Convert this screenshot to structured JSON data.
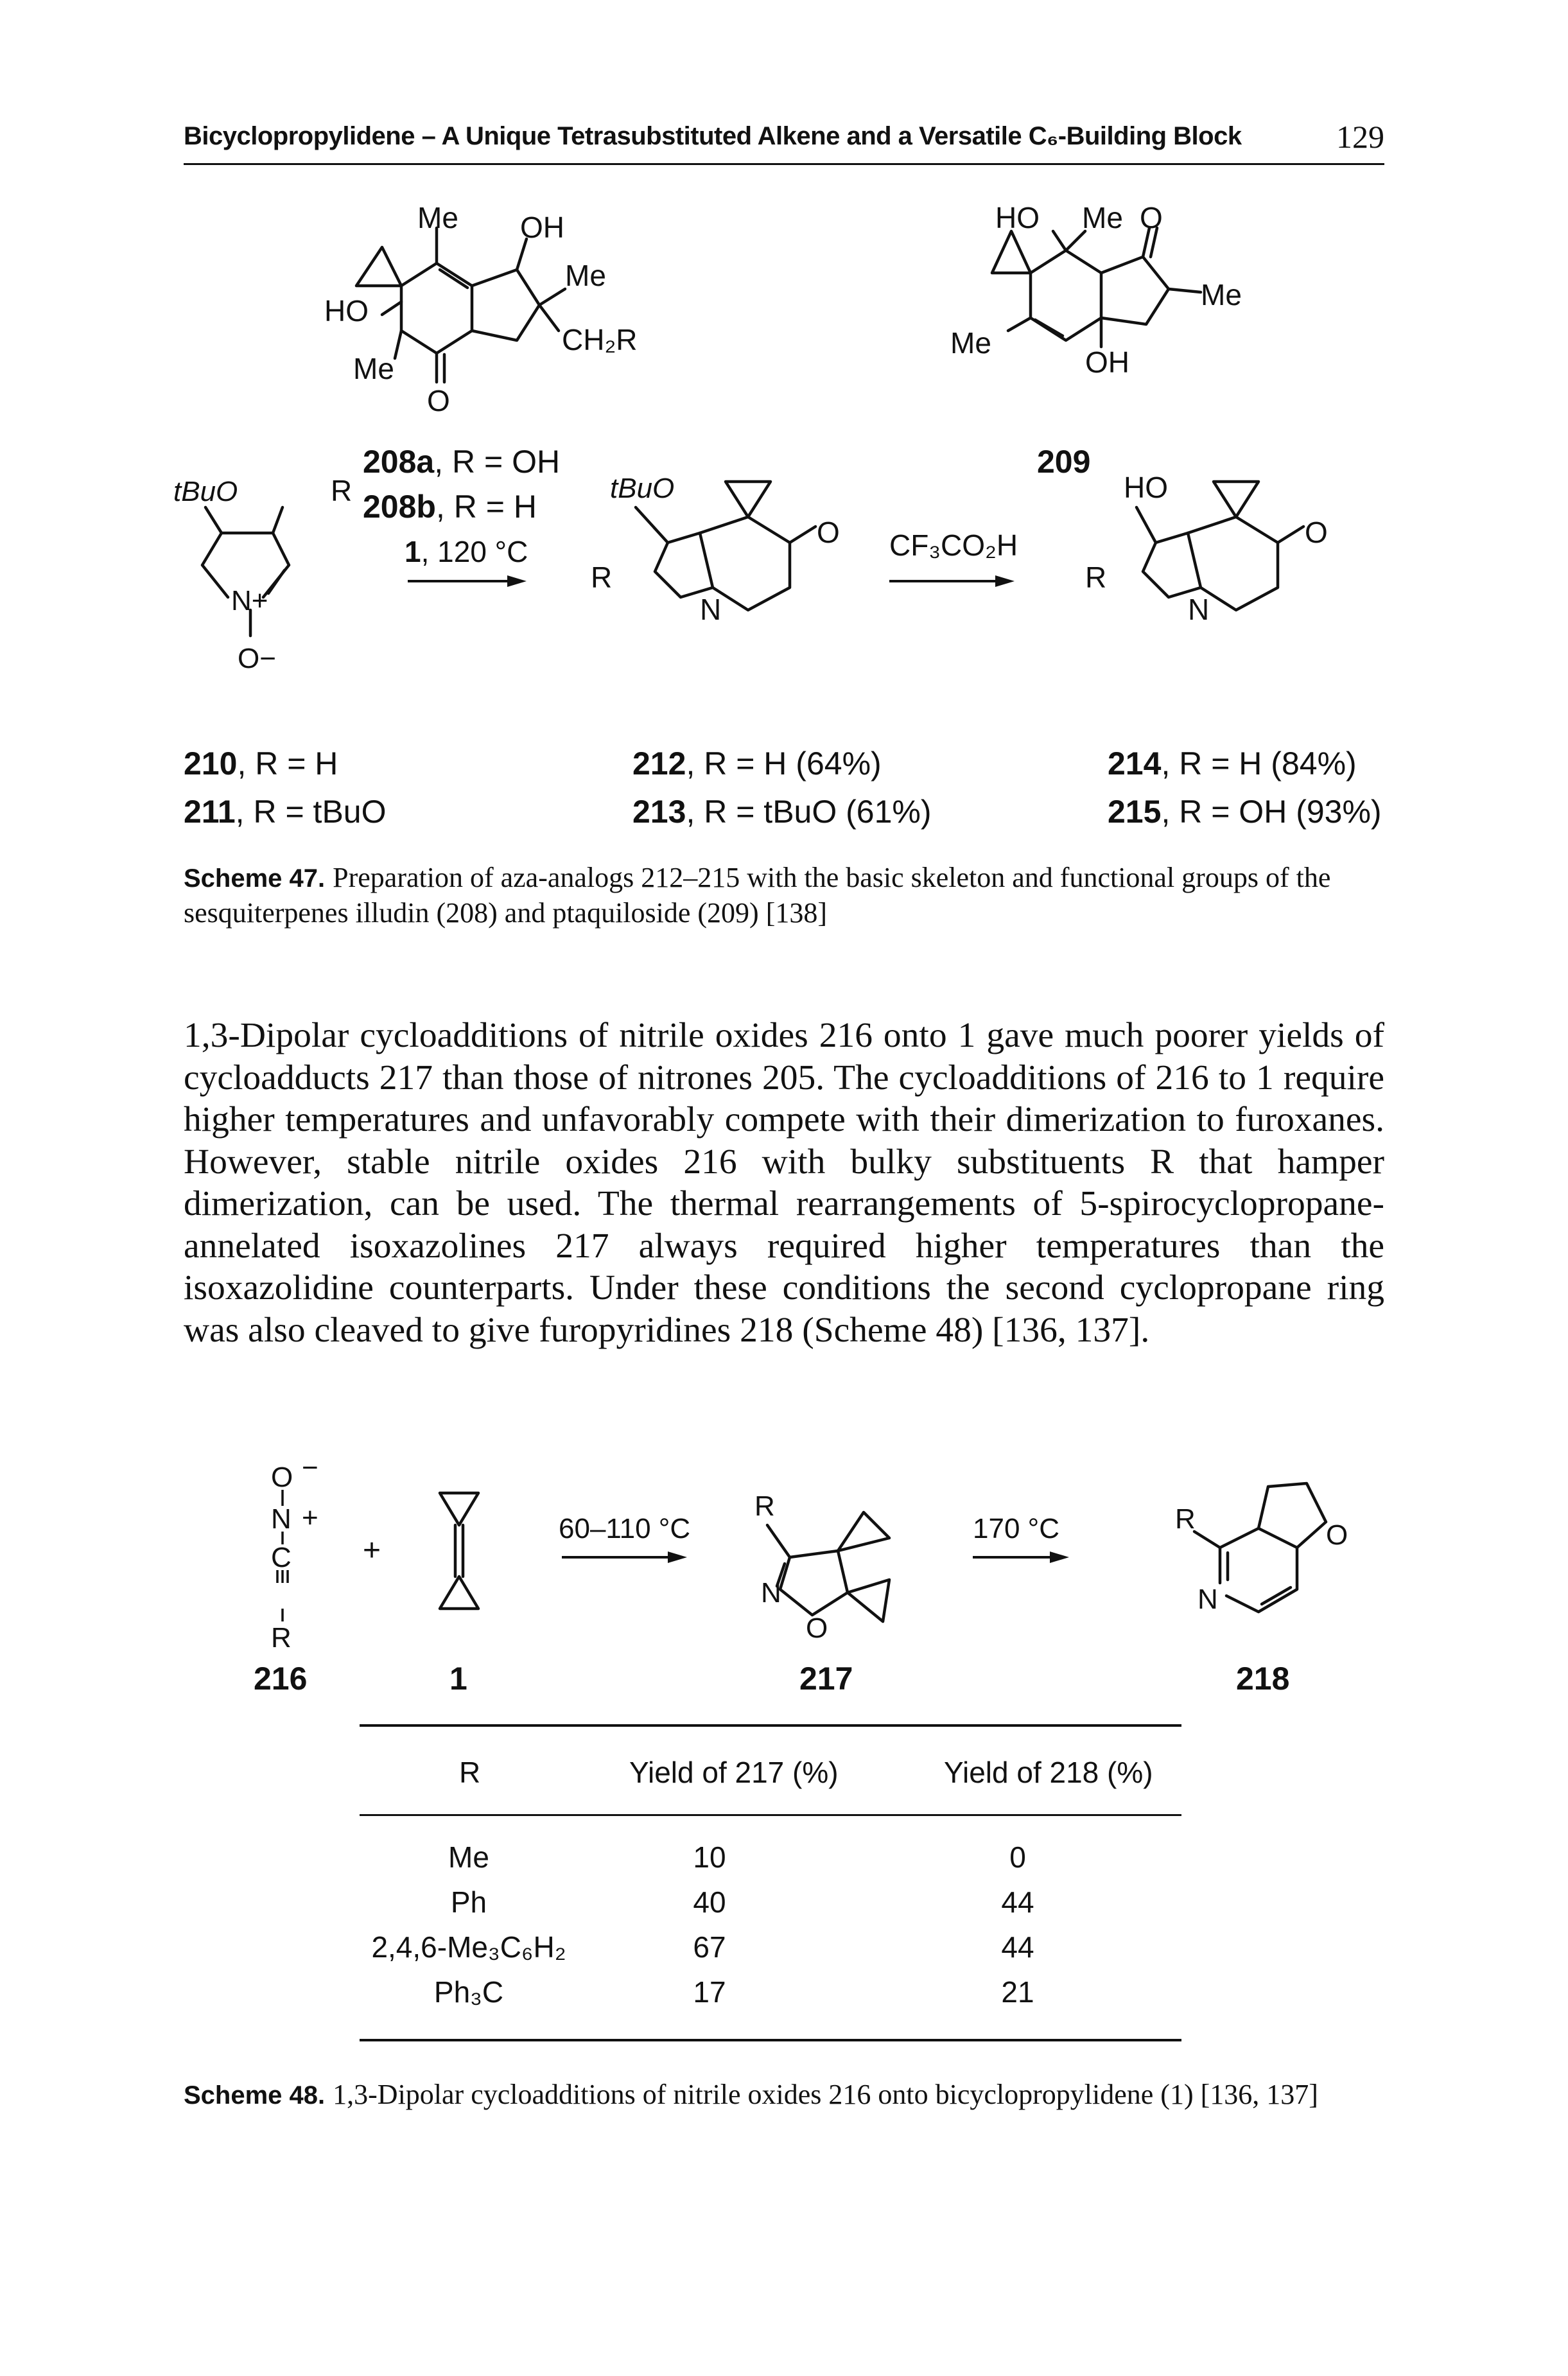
{
  "header": {
    "running_title": "Bicyclopropylidene – A Unique Tetrasubstituted Alkene and a Versatile C₆-Building Block",
    "page_number": "129"
  },
  "scheme47": {
    "compounds_top": {
      "c208_line1": "208a",
      "c208_line1_rest": ", R = OH",
      "c208_line2": "208b",
      "c208_line2_rest": ", R = H",
      "c209": "209"
    },
    "atom_labels": {
      "me": "Me",
      "oh": "OH",
      "ho": "HO",
      "o": "O",
      "ch2r": "CH₂R",
      "r": "R",
      "tbuo": "tBuO",
      "n": "N",
      "nplus": "N+",
      "ominus": "O−"
    },
    "conditions": {
      "step1_reagent": "1",
      "step1_rest": ", 120 °C",
      "step2": "CF₃CO₂H"
    },
    "labels_row": {
      "c210_num": "210",
      "c210_rest": ", R = H",
      "c211_num": "211",
      "c211_rest": ", R = tBuO",
      "c212_num": "212",
      "c212_rest": ", R = H (64%)",
      "c213_num": "213",
      "c213_rest": ", R = tBuO (61%)",
      "c214_num": "214",
      "c214_rest": ", R = H (84%)",
      "c215_num": "215",
      "c215_rest": ", R = OH (93%)"
    },
    "caption_label": "Scheme 47.",
    "caption_text": "Preparation of aza-analogs 212–215 with the basic skeleton and functional groups of the sesquiterpenes illudin (208) and ptaquiloside (209) [138]"
  },
  "body_paragraph": "1,3-Dipolar cycloadditions of nitrile oxides 216 onto 1 gave much poorer yields of cycloadducts 217 than those of nitrones 205. The cycloadditions of 216 to 1 require higher temperatures and unfavorably compete with their dimerization to furoxanes. However, stable nitrile oxides 216 with bulky substituents R that hamper dimerization, can be used. The thermal rearrangements of 5-spirocyclopropane-annelated isoxazolines 217 always required higher temperatures than the isoxazolidine counterparts. Under these conditions the second cyclopropane ring was also cleaved to give furopyridines 218 (Scheme 48) [136, 137].",
  "scheme48": {
    "plus": "+",
    "condition1": "60–110 °C",
    "condition2": "170 °C",
    "compound_numbers": [
      "216",
      "1",
      "217",
      "218"
    ],
    "nitrile_oxide_atoms": [
      "O",
      "N",
      "C",
      "R",
      "−",
      "+"
    ],
    "table": {
      "headers": [
        "R",
        "Yield of 217 (%)",
        "Yield of 218 (%)"
      ],
      "rows": [
        [
          "Me",
          "10",
          "0"
        ],
        [
          "Ph",
          "40",
          "44"
        ],
        [
          "2,4,6-Me₃C₆H₂",
          "67",
          "44"
        ],
        [
          "Ph₃C",
          "17",
          "21"
        ]
      ]
    },
    "caption_label": "Scheme 48.",
    "caption_text": "1,3-Dipolar cycloadditions of nitrile oxides 216 onto bicyclopropylidene (1) [136, 137]"
  }
}
